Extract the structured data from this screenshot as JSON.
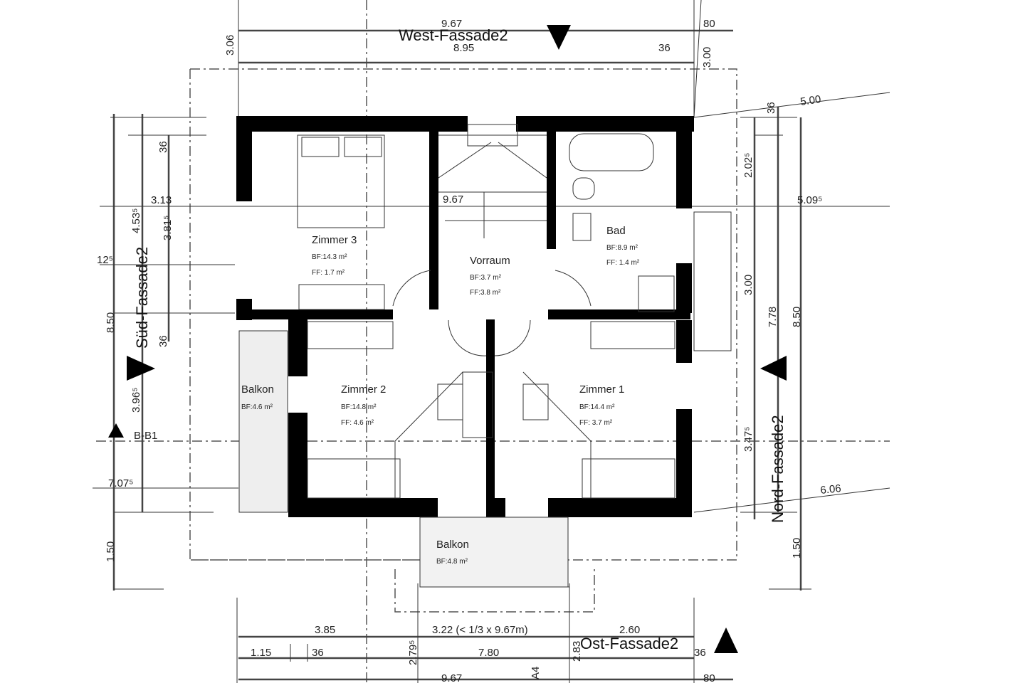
{
  "facades": {
    "west": "West-Fassade2",
    "sued": "Süd-Fassade2",
    "nord": "Nord-Fassade2",
    "ost": "Ost-Fassade2",
    "section": "B-B1"
  },
  "rooms": [
    {
      "name": "Zimmer 3",
      "bf": "BF:14.3 m²",
      "ff": "FF:  1.7 m²"
    },
    {
      "name": "Vorraum",
      "bf": "BF:3.7 m²",
      "ff": "FF:3.8 m²"
    },
    {
      "name": "Bad",
      "bf": "BF:8.9 m²",
      "ff": "FF: 1.4 m²"
    },
    {
      "name": "Zimmer 2",
      "bf": "BF:14.8 m²",
      "ff": "FF:  4.6 m²"
    },
    {
      "name": "Zimmer 1",
      "bf": "BF:14.4 m²",
      "ff": "FF:  3.7 m²"
    },
    {
      "name": "Balkon",
      "bf": "BF:4.6 m²"
    },
    {
      "name": "Balkon",
      "bf": "BF:4.8 m²"
    }
  ],
  "dimensions": {
    "top": [
      "9.67",
      "8.95",
      "80",
      "36",
      "3.06",
      "3.00"
    ],
    "right": [
      "5.00",
      "36",
      "2.02⁵",
      "5.09⁵",
      "3.00",
      "7.78",
      "8.50",
      "3.47⁵",
      "6.06",
      "1.50"
    ],
    "left": [
      "3.13",
      "3.81⁵",
      "4.53⁵",
      "36",
      "12⁵",
      "8.50",
      "36",
      "3.96⁵",
      "7.07⁵",
      "1.50"
    ],
    "stair": "9.67",
    "bottom": [
      "3.85",
      "3.22 (< 1/3 x 9.67m)",
      "2.60",
      "1.15",
      "36",
      "7.80",
      "36",
      "2.79⁵",
      "2.83",
      "9.67",
      "80",
      "A4"
    ]
  }
}
